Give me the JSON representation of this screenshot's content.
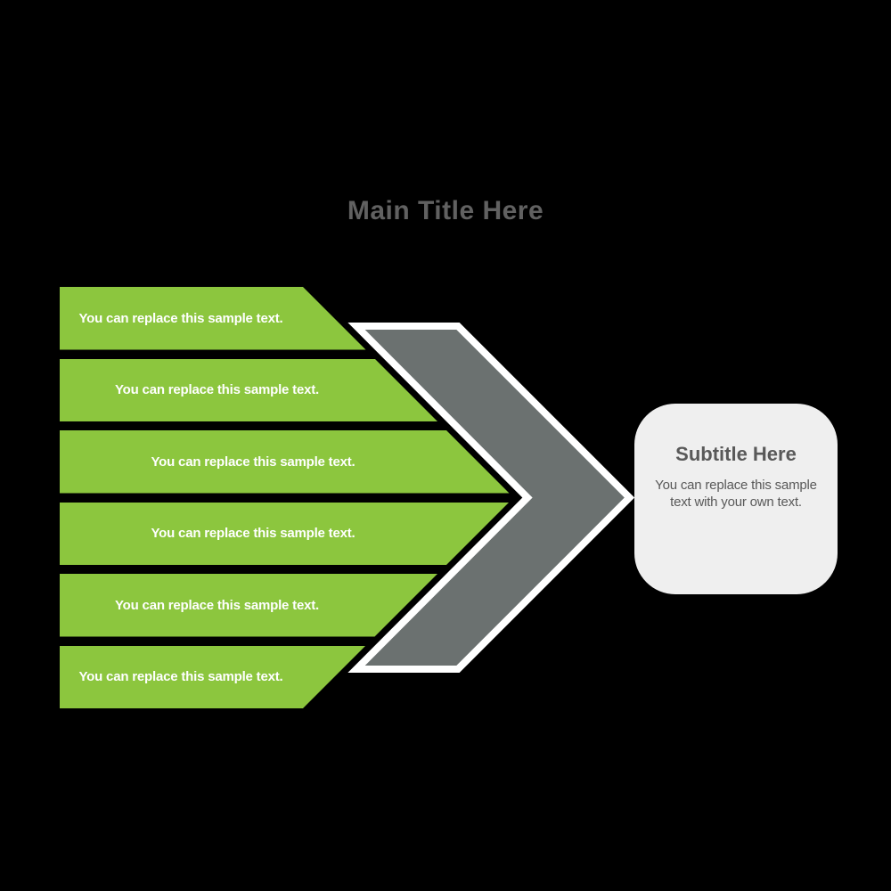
{
  "title": "Main Title Here",
  "colors": {
    "background": "#000000",
    "bar_green": "#8CC63E",
    "chevron_gray": "#6B7170",
    "outline_white": "#FFFFFF",
    "card_bg": "#EFEFEF",
    "title_gray": "#616161",
    "text_dark": "#595959",
    "bar_text": "#FFFFFF"
  },
  "bars": [
    {
      "label": "You can replace this sample text."
    },
    {
      "label": "You can replace this sample text."
    },
    {
      "label": "You can replace this sample text."
    },
    {
      "label": "You can replace this sample text."
    },
    {
      "label": "You can replace this sample text."
    },
    {
      "label": "You can replace this sample text."
    }
  ],
  "card": {
    "title": "Subtitle Here",
    "body": "You can replace this sample text with your own text."
  }
}
